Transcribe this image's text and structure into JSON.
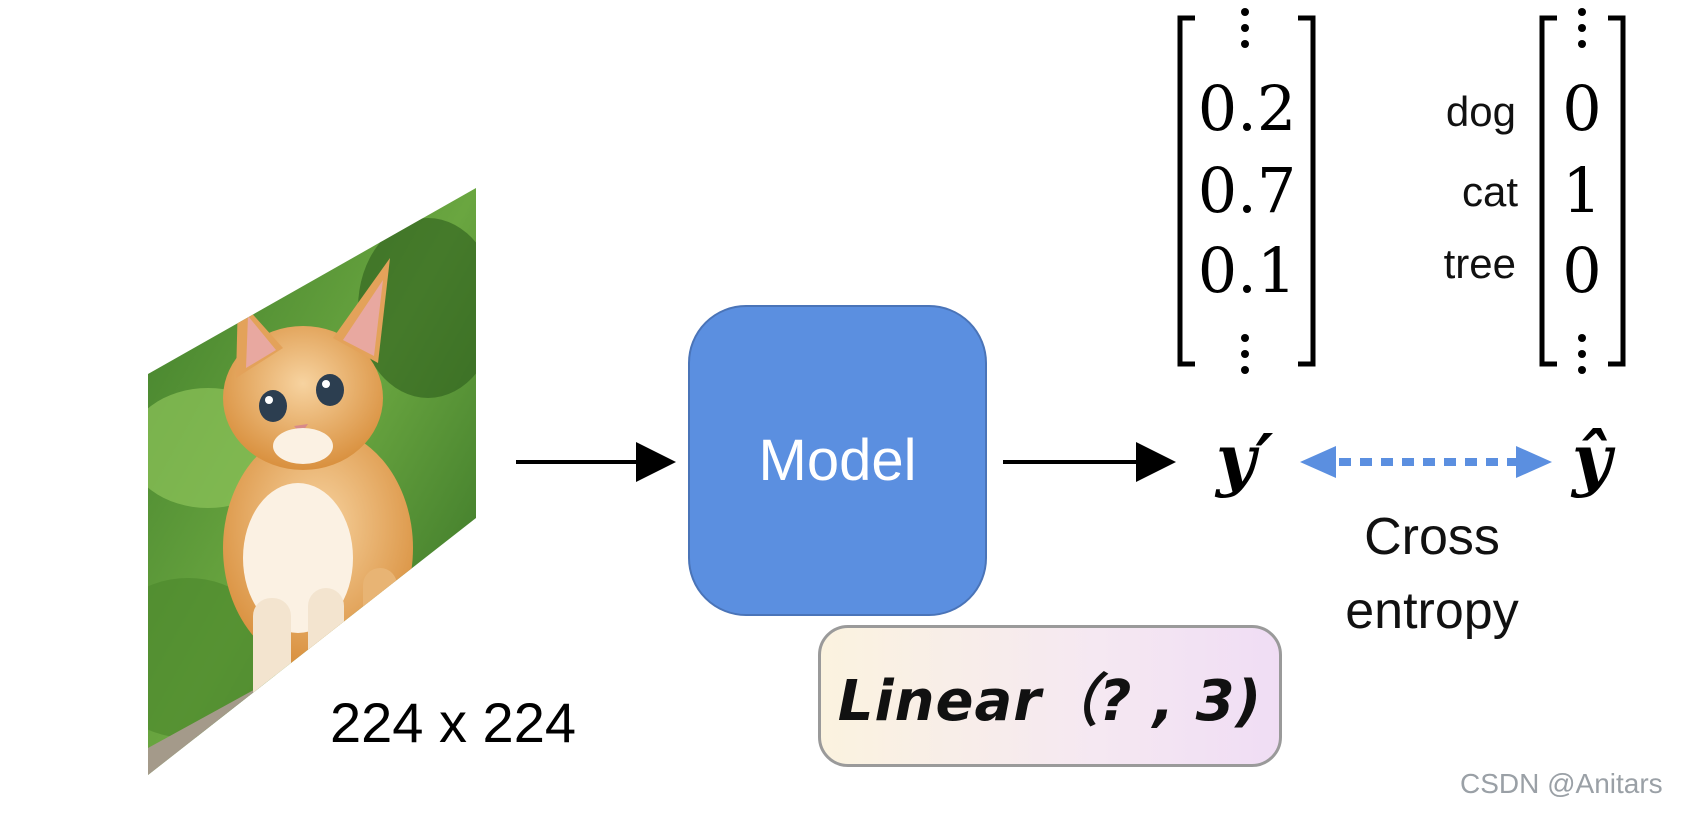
{
  "input": {
    "image": "orange-kitten-photo",
    "size_label": "224 x 224"
  },
  "model": {
    "label": "Model",
    "color": "#5b8fe0"
  },
  "head": {
    "label": "Linear（? , 3)"
  },
  "prediction": {
    "symbol": "y′",
    "values": [
      "0.2",
      "0.7",
      "0.1"
    ]
  },
  "target": {
    "symbol": "ŷ",
    "classes": [
      "dog",
      "cat",
      "tree"
    ],
    "values": [
      "0",
      "1",
      "0"
    ]
  },
  "loss": {
    "line1": "Cross",
    "line2": "entropy",
    "arrow_color": "#5b8fe0"
  },
  "watermark": "CSDN @Anitars"
}
